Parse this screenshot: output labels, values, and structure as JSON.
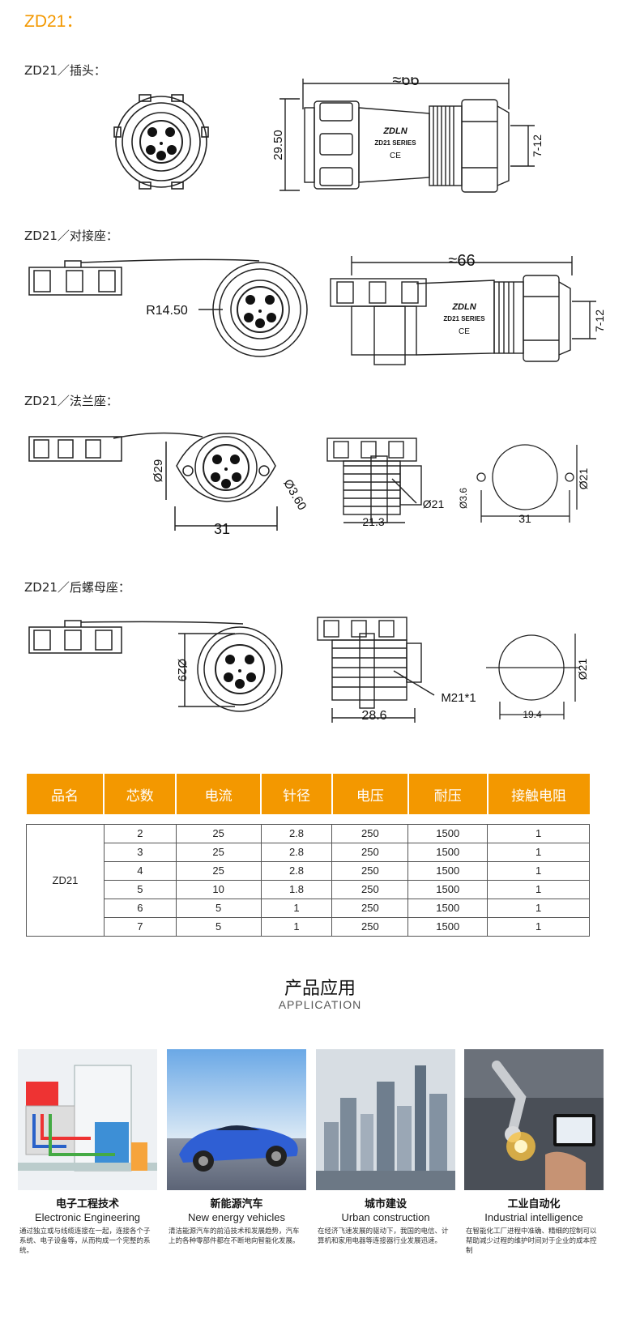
{
  "header": {
    "title": "ZD21："
  },
  "sections": {
    "plug": {
      "label": "ZD21／插头："
    },
    "dock": {
      "label": "ZD21／对接座："
    },
    "flange": {
      "label": "ZD21／法兰座："
    },
    "rear_nut": {
      "label": "ZD21／后螺母座："
    }
  },
  "dims": {
    "plug_len": "≈66",
    "plug_dia": "29.50",
    "plug_cable": "7-12",
    "dock_radius": "R14.50",
    "dock_len": "≈66",
    "dock_cable": "7-12",
    "flange_dia": "Ø29",
    "flange_hole": "Ø3.60",
    "flange_width": "31",
    "flange_depth": "21.3",
    "flange_inner": "Ø21",
    "flange_hole2": "Ø3.6",
    "flange_width2": "31",
    "flange_inner2": "Ø21",
    "nut_dia": "Ø29",
    "nut_depth": "28.6",
    "nut_thread": "M21*1",
    "nut_width": "19.4",
    "nut_inner": "Ø21"
  },
  "brand": {
    "marking1": "ZDLN",
    "marking2": "ZD21 SERIES",
    "ce": "CE"
  },
  "table": {
    "headers": [
      "品名",
      "芯数",
      "电流",
      "针径",
      "电压",
      "耐压",
      "接触电阻"
    ],
    "product": "ZD21",
    "rows": [
      [
        "2",
        "25",
        "2.8",
        "250",
        "1500",
        "1"
      ],
      [
        "3",
        "25",
        "2.8",
        "250",
        "1500",
        "1"
      ],
      [
        "4",
        "25",
        "2.8",
        "250",
        "1500",
        "1"
      ],
      [
        "5",
        "10",
        "1.8",
        "250",
        "1500",
        "1"
      ],
      [
        "6",
        "5",
        "1",
        "250",
        "1500",
        "1"
      ],
      [
        "7",
        "5",
        "1",
        "250",
        "1500",
        "1"
      ]
    ]
  },
  "application": {
    "title": "产品应用",
    "subtitle": "APPLICATION",
    "items": [
      {
        "cn": "电子工程技术",
        "en": "Electronic Engineering",
        "desc": "通过独立或与线缆连接在一起，连接各个子系统、电子设备等，从而构成一个完整的系统。"
      },
      {
        "cn": "新能源汽车",
        "en": "New energy vehicles",
        "desc": "清洁能源汽车的前沿技术和发展趋势，汽车上的各种零部件都在不断地向智能化发展。"
      },
      {
        "cn": "城市建设",
        "en": "Urban construction",
        "desc": "在经济飞速发展的驱动下，我国的电信、计算机和家用电器等连接器行业发展迅速。"
      },
      {
        "cn": "工业自动化",
        "en": "Industrial intelligence",
        "desc": "在智能化工厂进程中准确、精细的控制可以帮助减少过程的维护时间对于企业的成本控制"
      }
    ]
  },
  "colors": {
    "accent": "#f39800"
  }
}
